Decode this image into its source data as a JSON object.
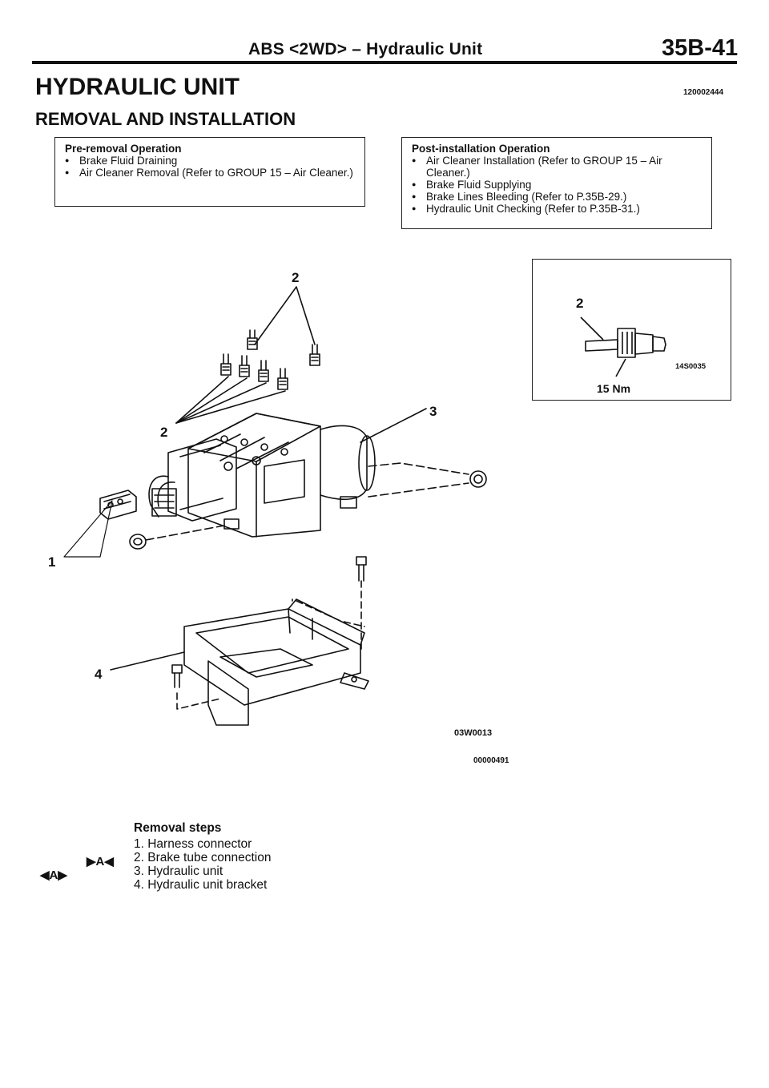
{
  "header": {
    "title": "ABS <2WD> – Hydraulic Unit",
    "page_number": "35B-41"
  },
  "section": {
    "title": "HYDRAULIC UNIT",
    "code": "120002444",
    "subtitle": "REMOVAL AND INSTALLATION"
  },
  "pre_removal": {
    "title": "Pre-removal Operation",
    "items": [
      "Brake Fluid Draining",
      "Air Cleaner Removal (Refer to GROUP 15 – Air Cleaner.)"
    ]
  },
  "post_installation": {
    "title": "Post-installation Operation",
    "items": [
      "Air Cleaner Installation (Refer to GROUP 15 – Air Cleaner.)",
      "Brake Fluid Supplying",
      "Brake Lines Bleeding (Refer to P.35B-29.)",
      "Hydraulic Unit Checking (Refer to P.35B-31.)"
    ]
  },
  "diagram": {
    "callouts": [
      "2",
      "2",
      "3",
      "1",
      "4"
    ],
    "inset": {
      "callout": "2",
      "torque": "15 Nm",
      "code": "14S0035"
    },
    "figure_code": "03W0013",
    "figure_ref": "00000491"
  },
  "removal": {
    "title": "Removal steps",
    "steps": [
      "1. Harness connector",
      "2. Brake tube connection",
      "3. Hydraulic unit",
      "4. Hydraulic unit bracket"
    ],
    "marks": [
      "▶A◀",
      "◀A▶"
    ]
  }
}
